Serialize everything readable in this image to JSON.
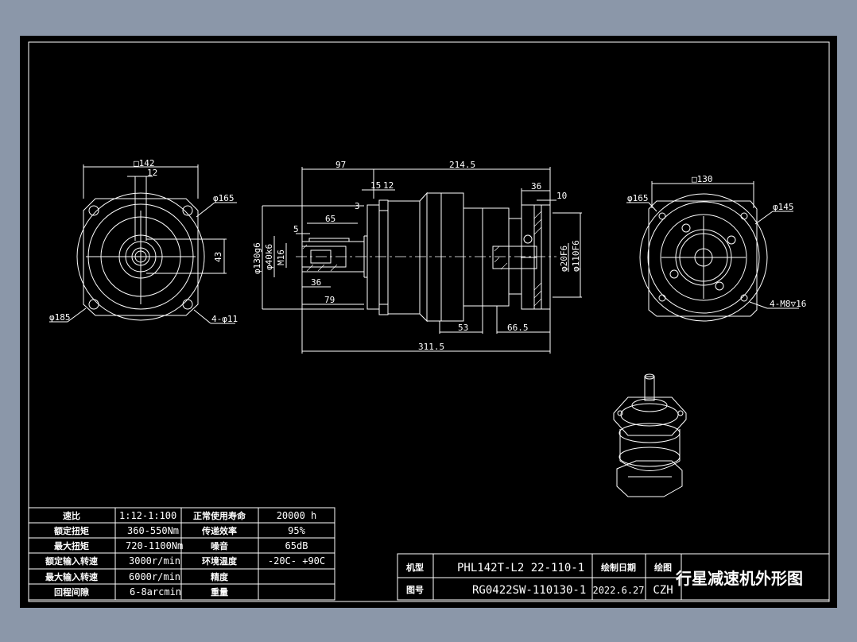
{
  "colors": {
    "background": "#8b97a9",
    "canvas": "#000000",
    "lines": "#ffffff"
  },
  "front_view": {
    "square": "□142",
    "key_width": "12",
    "pcd": "φ165",
    "outer": "φ185",
    "holes": "4-φ11",
    "shaft_height": "43"
  },
  "side_view": {
    "dims": {
      "d97": "97",
      "d214_5": "214.5",
      "d15": "15",
      "d12": "12",
      "d3": "3",
      "d65": "65",
      "d5": "5",
      "d36a": "36",
      "d79": "79",
      "d311_5": "311.5",
      "d53": "53",
      "d66_5": "66.5",
      "d36b": "36",
      "d10": "10",
      "phi130": "φ130g6",
      "phi40": "φ40k6",
      "m16": "M16",
      "phi20": "φ20F6",
      "phi110": "φ110F6",
      "phi10": "10"
    }
  },
  "rear_view": {
    "square": "□130",
    "pcd": "φ165",
    "outer": "φ145",
    "holes": "4-M8▽16"
  },
  "spec_table": {
    "rows": [
      {
        "label": "速比",
        "value": "1:12-1:100",
        "label2": "正常使用寿命",
        "value2": "20000 h"
      },
      {
        "label": "额定扭矩",
        "value": "360-550Nm",
        "label2": "传递效率",
        "value2": "95%"
      },
      {
        "label": "最大扭矩",
        "value": "720-1100Nm",
        "label2": "噪音",
        "value2": "65dB"
      },
      {
        "label": "额定输入转速",
        "value": "3000r/min",
        "label2": "环境温度",
        "value2": "-20C- +90C"
      },
      {
        "label": "最大输入转速",
        "value": "6000r/min",
        "label2": "精度",
        "value2": ""
      },
      {
        "label": "回程间隙",
        "value": "6-8arcmin",
        "label2": "重量",
        "value2": ""
      }
    ]
  },
  "title_block": {
    "model_label": "机型",
    "model": "PHL142T-L2 22-110-1",
    "drawing_no_label": "图号",
    "drawing_no": "RG0422SW-110130-1",
    "date_label": "绘制日期",
    "date": "2022.6.27",
    "drawn_label": "绘图",
    "drawn_by": "CZH",
    "title": "行星减速机外形图"
  }
}
